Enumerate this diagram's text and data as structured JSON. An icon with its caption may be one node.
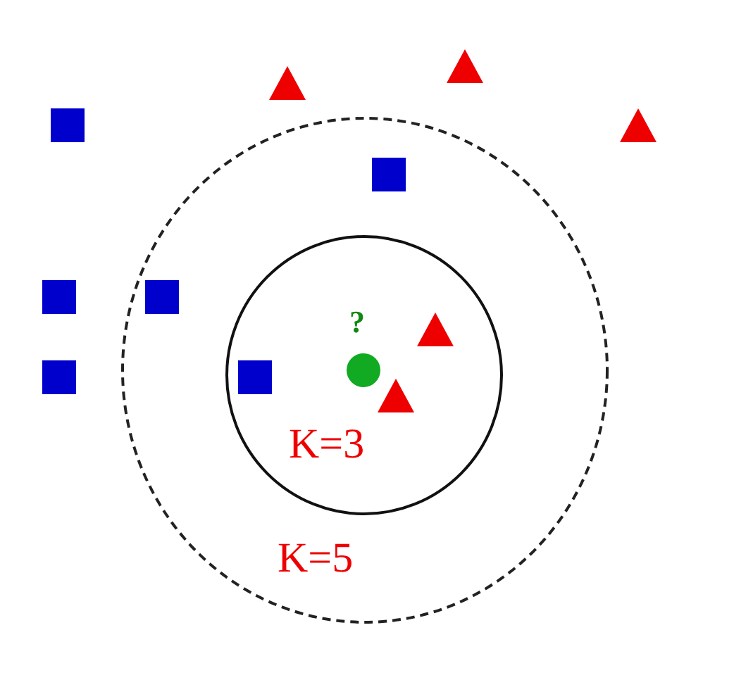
{
  "diagram": {
    "nodes": [
      {
        "text": [
          "K=5"
        ]
      },
      {
        "text": [
          "K=3"
        ],
        "in": 0
      },
      {
        "text": [],
        "shape": "circle",
        "in": 1,
        "beside": [
          "?"
        ]
      }
    ],
    "edges": []
  }
}
